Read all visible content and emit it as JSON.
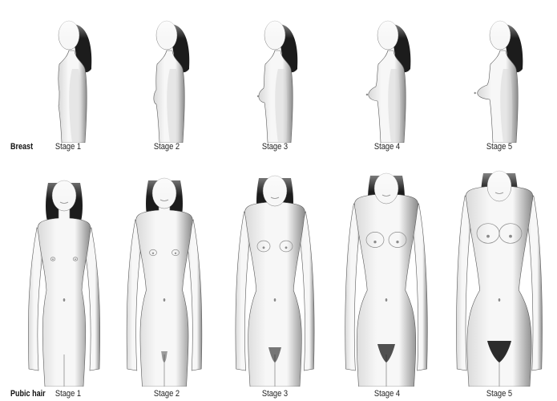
{
  "rows": [
    {
      "label": "Breast",
      "view": "side",
      "stages": [
        {
          "label": "Stage 1",
          "level": 1
        },
        {
          "label": "Stage 2",
          "level": 2
        },
        {
          "label": "Stage 3",
          "level": 3
        },
        {
          "label": "Stage 4",
          "level": 4
        },
        {
          "label": "Stage 5",
          "level": 5
        }
      ]
    },
    {
      "label": "Pubic hair",
      "view": "front",
      "stages": [
        {
          "label": "Stage 1",
          "level": 1
        },
        {
          "label": "Stage 2",
          "level": 2
        },
        {
          "label": "Stage 3",
          "level": 3
        },
        {
          "label": "Stage 4",
          "level": 4
        },
        {
          "label": "Stage 5",
          "level": 5
        }
      ]
    }
  ],
  "colors": {
    "skin_light": "#f7f7f7",
    "skin_mid": "#d9d9d9",
    "skin_shadow": "#8a8a8a",
    "outline": "#5a5a5a",
    "hair": "#1c1c1c"
  }
}
